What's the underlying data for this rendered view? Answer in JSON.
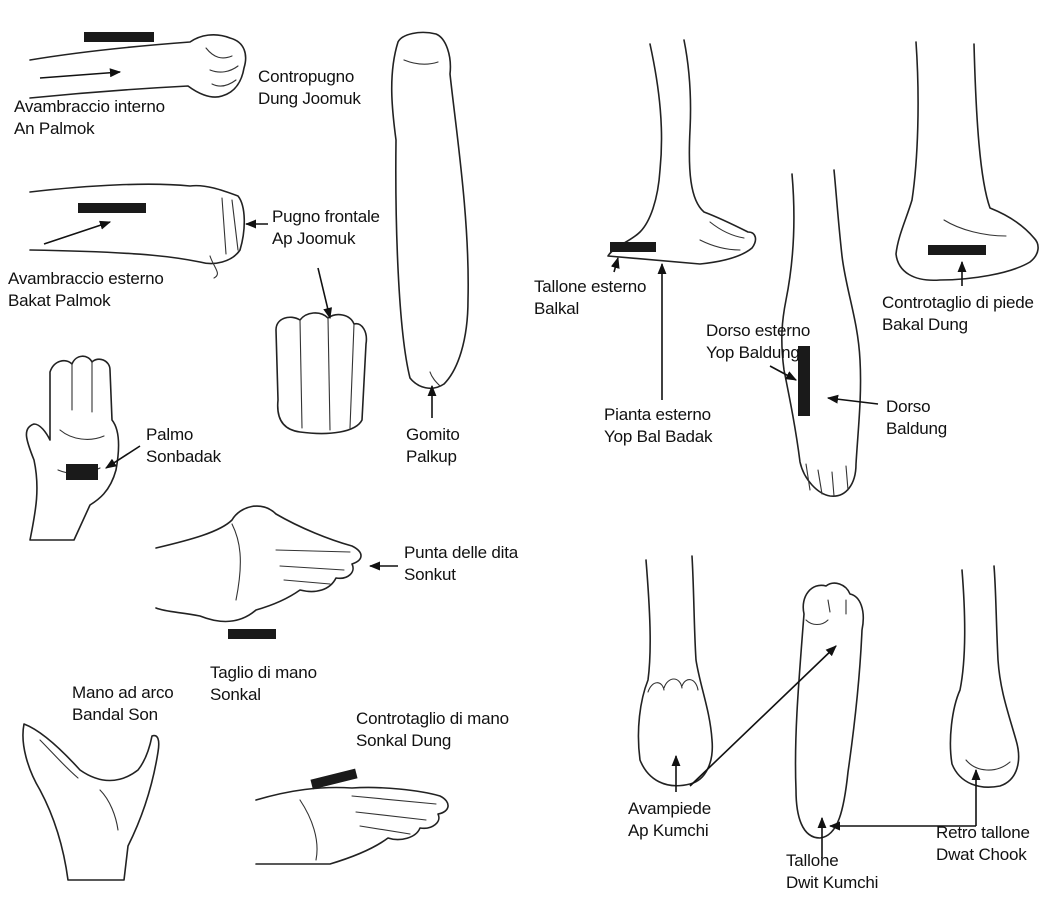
{
  "labels": {
    "avambraccio_interno": {
      "it": "Avambraccio interno",
      "kr": "An Palmok"
    },
    "contropugno": {
      "it": "Contropugno",
      "kr": "Dung Joomuk"
    },
    "pugno_frontale": {
      "it": "Pugno frontale",
      "kr": "Ap Joomuk"
    },
    "avambraccio_esterno": {
      "it": "Avambraccio esterno",
      "kr": "Bakat Palmok"
    },
    "palmo": {
      "it": "Palmo",
      "kr": "Sonbadak"
    },
    "gomito": {
      "it": "Gomito",
      "kr": "Palkup"
    },
    "punta_dita": {
      "it": "Punta delle dita",
      "kr": "Sonkut"
    },
    "taglio_mano": {
      "it": "Taglio di mano",
      "kr": "Sonkal"
    },
    "mano_arco": {
      "it": "Mano ad arco",
      "kr": "Bandal Son"
    },
    "controtaglio_mano": {
      "it": "Controtaglio di mano",
      "kr": "Sonkal Dung"
    },
    "tallone_esterno": {
      "it": "Tallone esterno",
      "kr": "Balkal"
    },
    "dorso_esterno": {
      "it": "Dorso esterno",
      "kr": "Yop Baldung"
    },
    "controtaglio_piede": {
      "it": "Controtaglio di piede",
      "kr": "Bakal Dung"
    },
    "pianta_esterno": {
      "it": "Pianta esterno",
      "kr": "Yop Bal Badak"
    },
    "dorso": {
      "it": "Dorso",
      "kr": "Baldung"
    },
    "avampiede": {
      "it": "Avampiede",
      "kr": "Ap Kumchi"
    },
    "tallone": {
      "it": "Tallone",
      "kr": "Dwit Kumchi"
    },
    "retro_tallone": {
      "it": "Retro tallone",
      "kr": "Dwat Chook"
    }
  }
}
